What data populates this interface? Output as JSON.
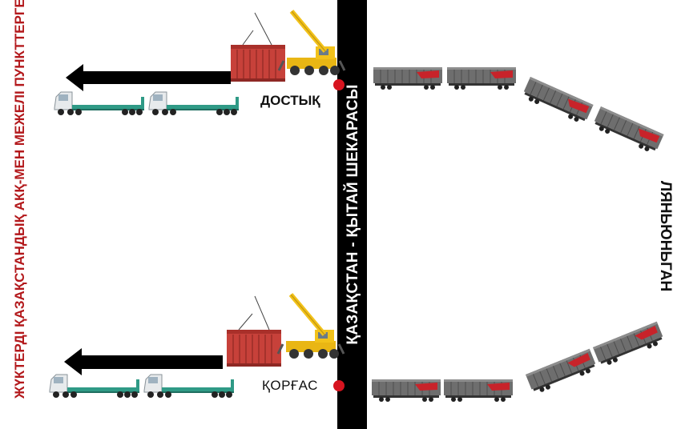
{
  "left_caption": "ЖҮКТЕРДІ ҚАЗАҚСТАНДЫҚ АКҚ-МЕН МЕЖЕЛІ ПУНКТТЕРГЕ ДЕЙІН ЖЕТКІЗУ",
  "border_label": "ҚАЗАҚСТАН - ҚЫТАЙ ШЕКАРАСЫ",
  "terminal_label": "ЛЯНЬЮНЬГАН",
  "stations": {
    "top": "ДОСТЫҚ",
    "bottom": "ҚОРҒАС"
  },
  "colors": {
    "border_line": "#000000",
    "station_dot": "#d7141f",
    "caption": "#b3191c",
    "arrow": "#000000",
    "container": "#c7413a",
    "crane": "#f2c21a",
    "wagon": "#6e6e6e",
    "wagon_accent": "#c8232a",
    "trailer": "#2f9a86"
  },
  "icons": [
    "crane-icon",
    "container-icon",
    "truck-icon",
    "train-wagon-icon",
    "arrow-left-icon",
    "station-dot-icon"
  ]
}
